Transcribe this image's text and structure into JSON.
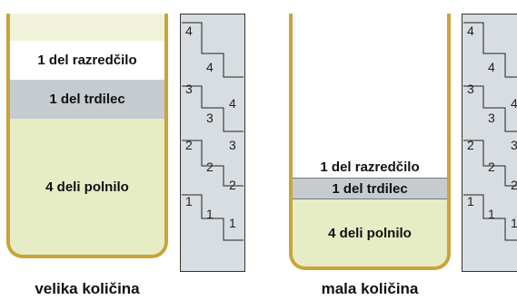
{
  "left": {
    "caption": "velika količina",
    "layers": {
      "diluent": "1 del razredčilo",
      "hardener": "1 del trdilec",
      "filler": "4 deli polnilo"
    }
  },
  "right": {
    "caption": "mala količina",
    "layers": {
      "diluent": "1 del razredčilo",
      "hardener": "1 del trdilec",
      "filler": "4 deli polnilo"
    }
  },
  "ruler": {
    "left_column": [
      "4",
      "3",
      "2",
      "1"
    ],
    "middle_column": [
      "4",
      "3",
      "2",
      "1"
    ],
    "right_column": [
      "4",
      "3",
      "2",
      "1"
    ]
  },
  "colors": {
    "beaker_rim": "#c8a53a",
    "filler": "#e6ecc4",
    "hardener": "#c6cbd0",
    "diluent": "#ffffff",
    "empty_top": "#f0f3d9",
    "ruler_bg": "#d8dde2"
  }
}
